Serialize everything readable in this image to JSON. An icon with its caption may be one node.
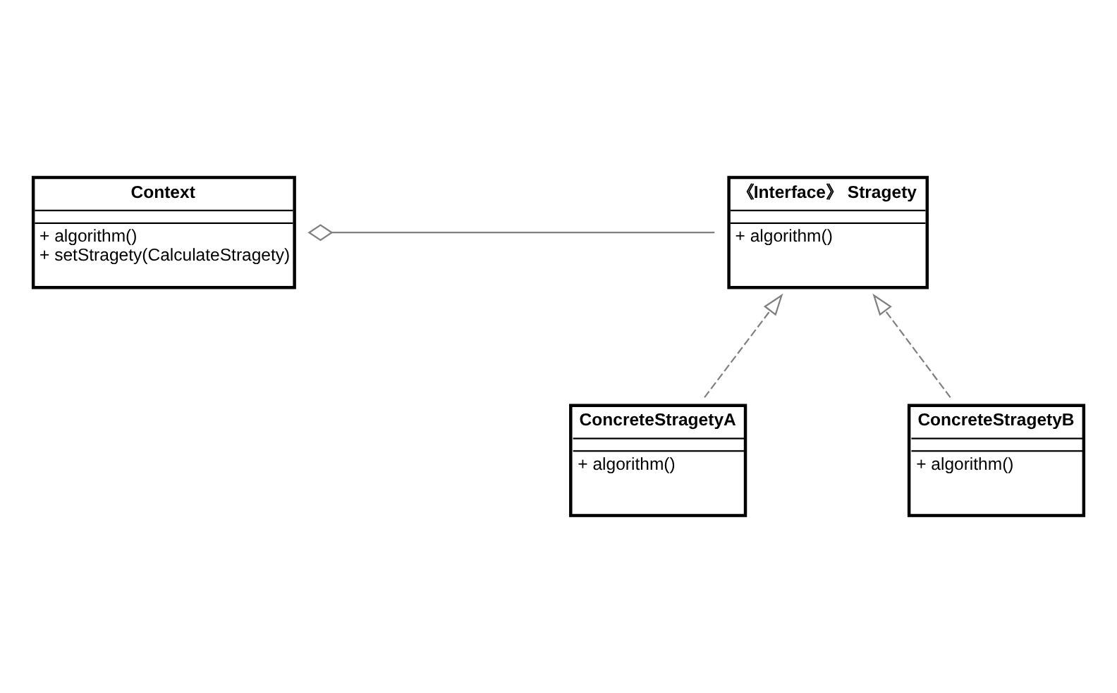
{
  "diagram": {
    "nodes": [
      {
        "text": [
          "Context",
          "+ algorithm()",
          "+ setStragety(CalculateStragety)"
        ]
      },
      {
        "text": [
          "《Interface》 Stragety",
          "+ algorithm()"
        ]
      },
      {
        "text": [
          "ConcreteStragetyA",
          "+ algorithm()"
        ]
      },
      {
        "text": [
          "ConcreteStragetyB",
          "+ algorithm()"
        ]
      }
    ],
    "edges": [
      {
        "from": 0,
        "to": 1,
        "arrow": "other"
      },
      {
        "from": 2,
        "to": 1,
        "arrow": "to",
        "style": "dashed"
      },
      {
        "from": 3,
        "to": 1,
        "arrow": "to",
        "style": "dashed"
      }
    ]
  }
}
